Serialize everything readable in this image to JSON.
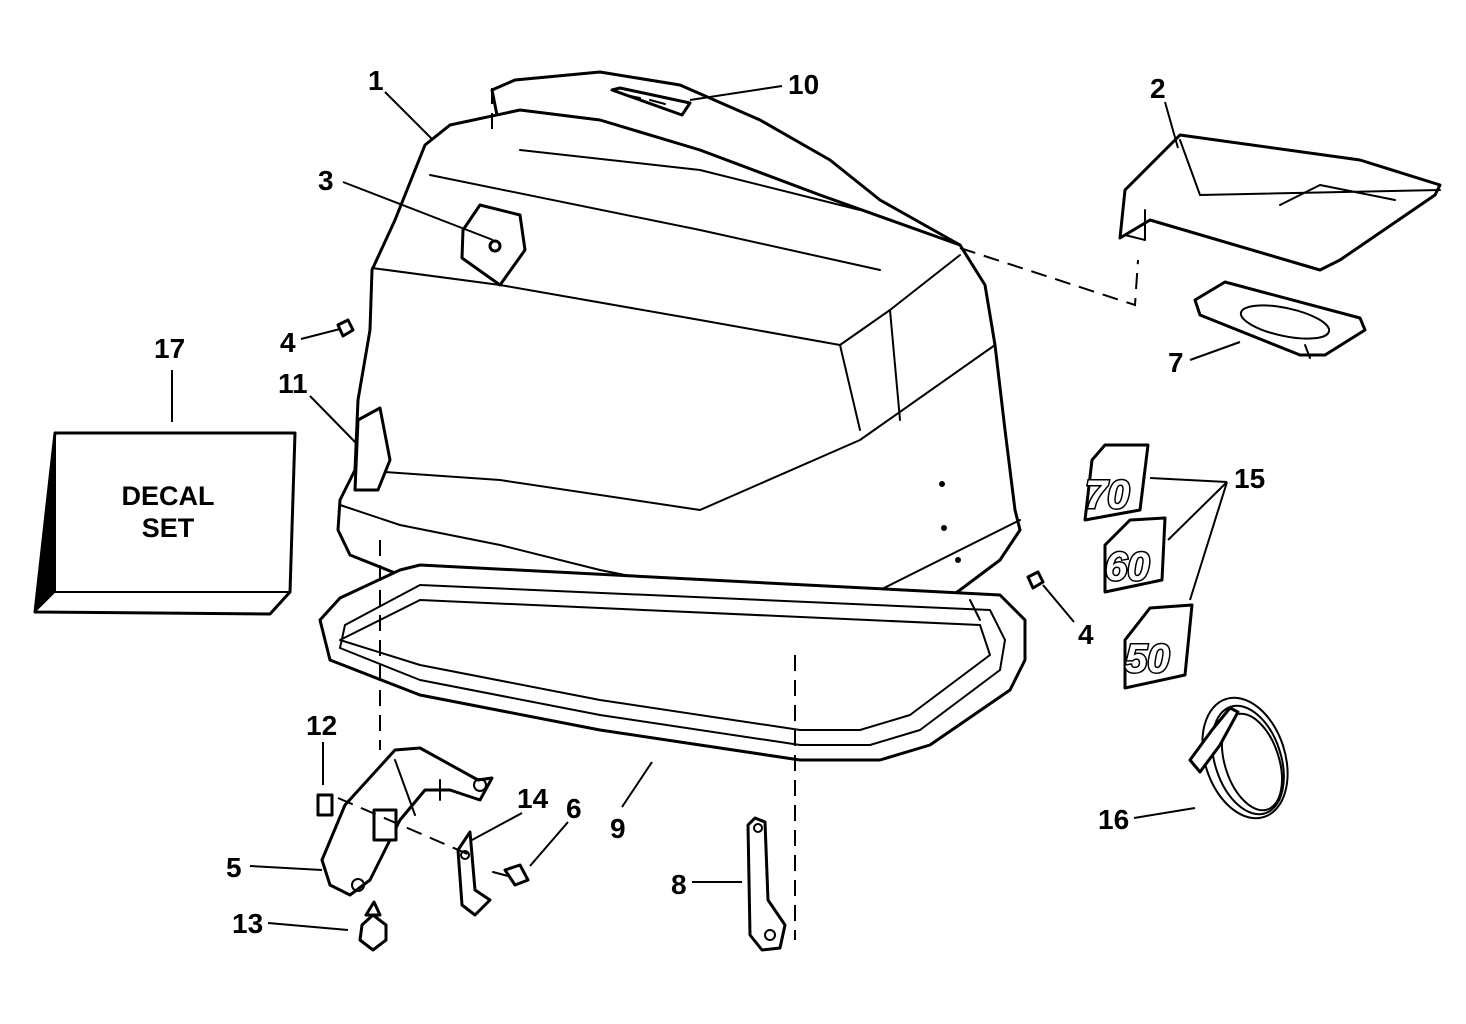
{
  "callouts": {
    "c1": "1",
    "c2": "2",
    "c3": "3",
    "c4a": "4",
    "c4b": "4",
    "c5": "5",
    "c6": "6",
    "c7": "7",
    "c8": "8",
    "c9": "9",
    "c10": "10",
    "c11": "11",
    "c12": "12",
    "c13": "13",
    "c14": "14",
    "c15": "15",
    "c16": "16",
    "c17": "17"
  },
  "decal_box": {
    "line1": "DECAL",
    "line2": "SET"
  },
  "badges": {
    "b70": "70",
    "b60": "60",
    "b50": "50"
  }
}
